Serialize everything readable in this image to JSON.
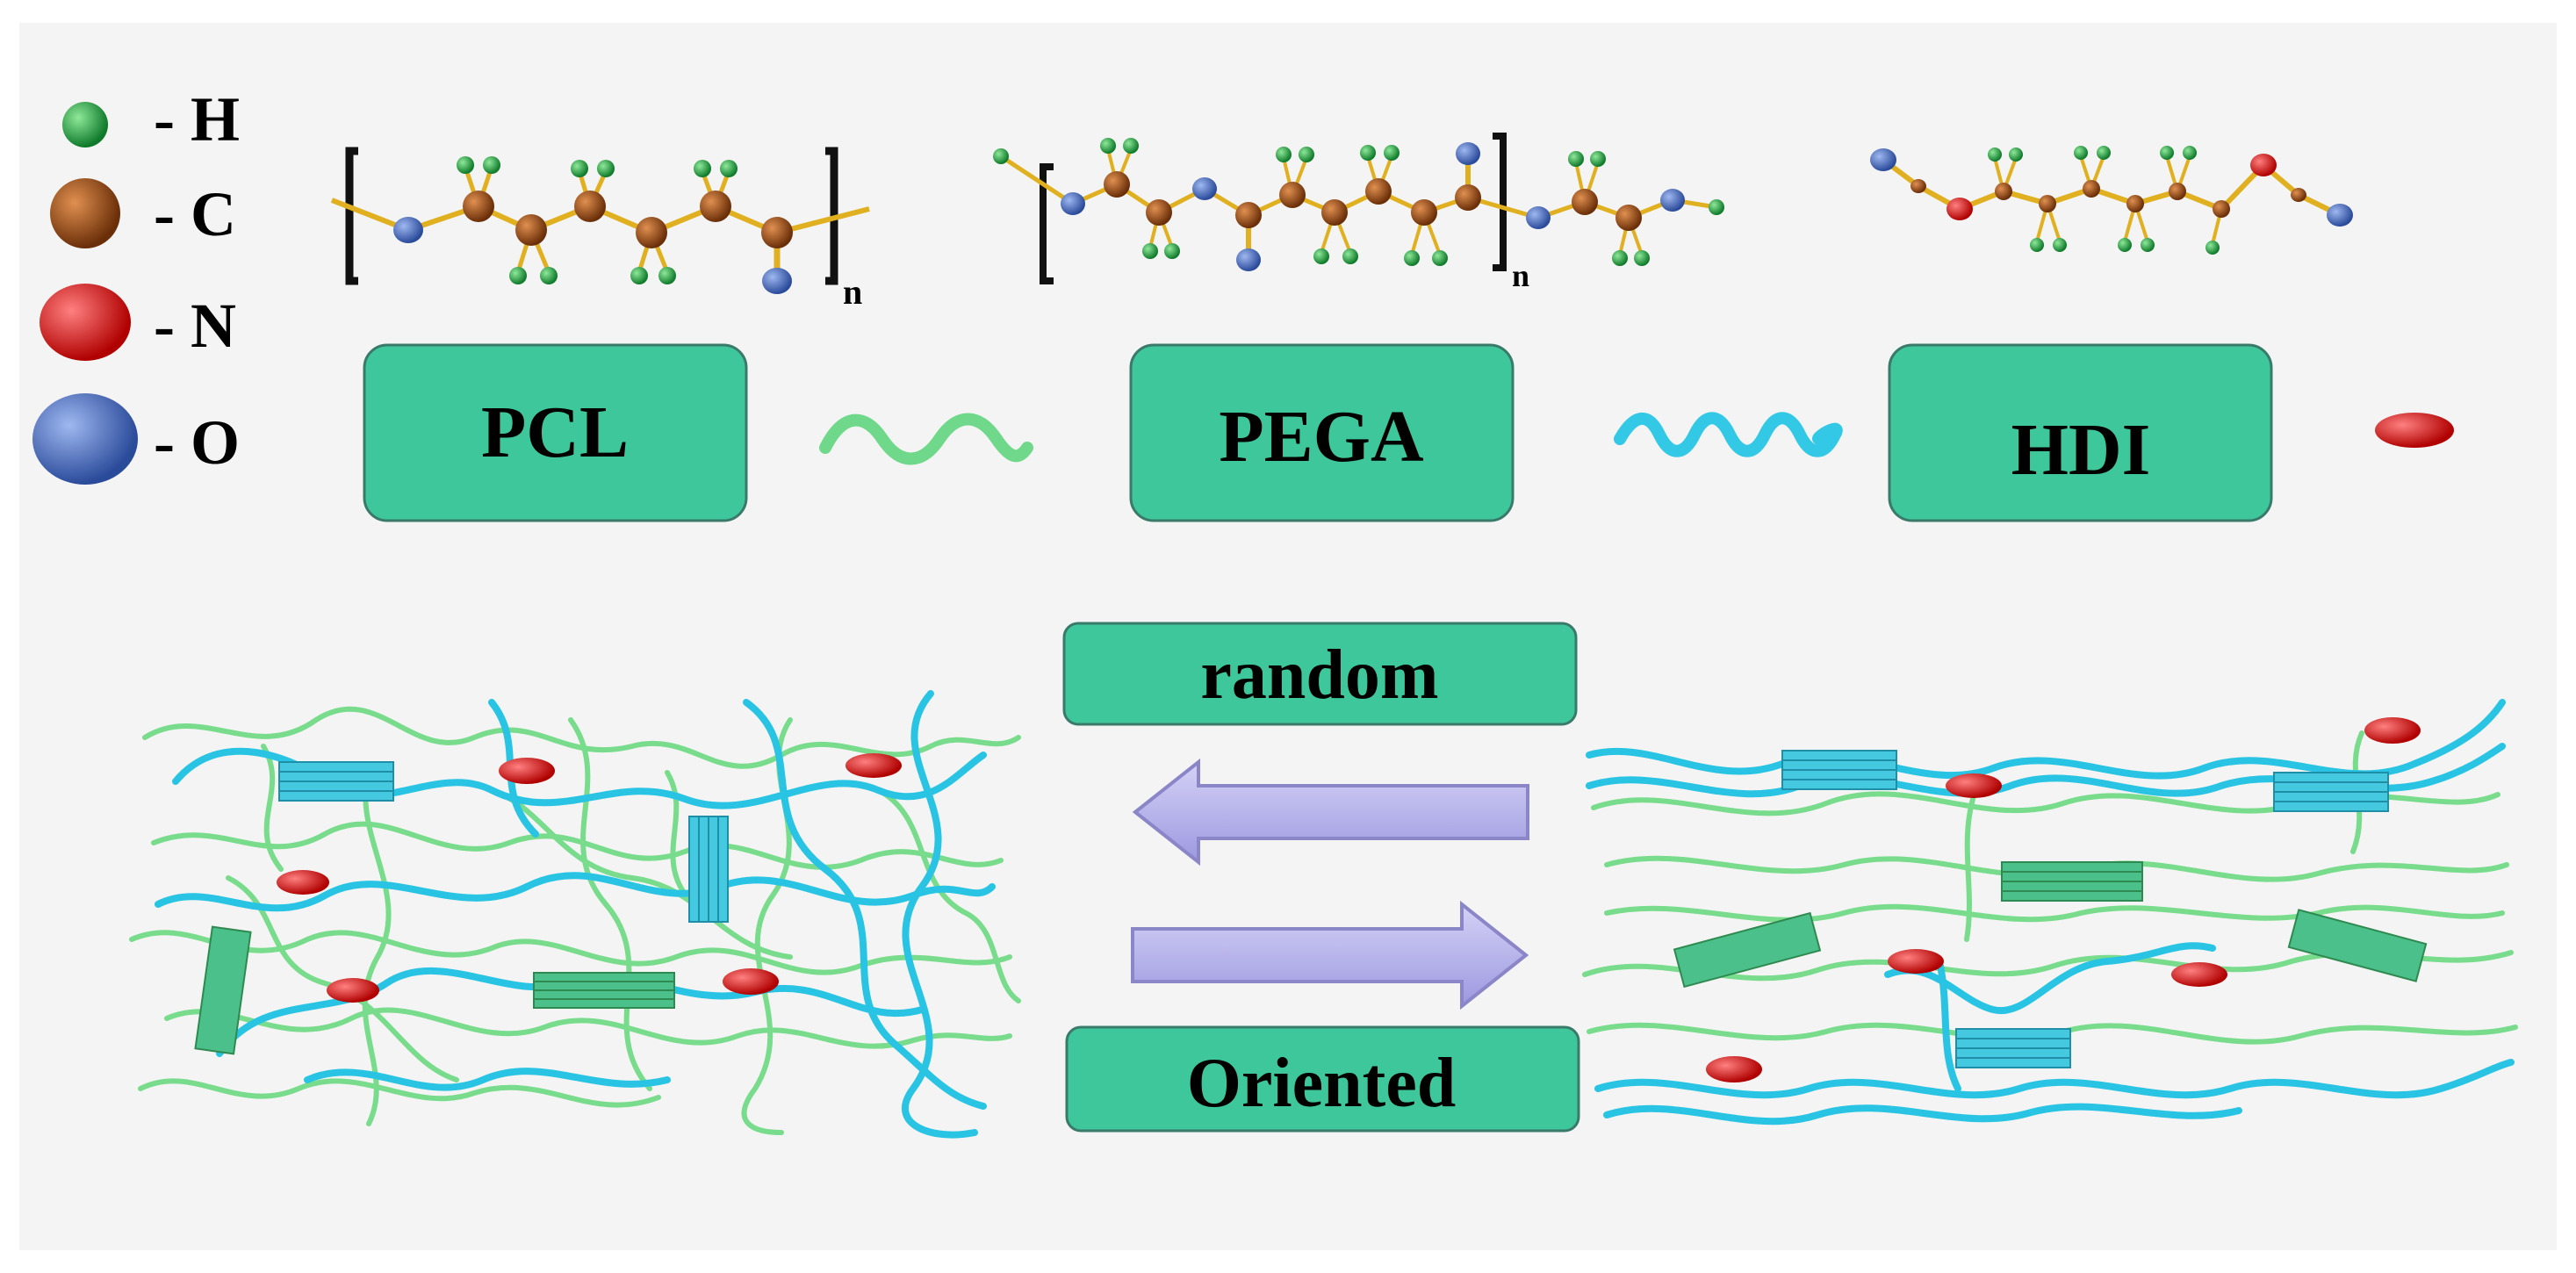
{
  "legend": [
    {
      "symbol": "- H",
      "color": "#22a03a"
    },
    {
      "symbol": "- C",
      "color": "#a0521e"
    },
    {
      "symbol": "- N",
      "color": "#e01010"
    },
    {
      "symbol": "- O",
      "color": "#4a6fc0"
    }
  ],
  "components": [
    {
      "label": "PCL",
      "chain_color": "#6fd88a",
      "subscript": "n"
    },
    {
      "label": "PEGA",
      "chain_color": "#33c8e6",
      "subscript": "n"
    },
    {
      "label": "HDI",
      "marker_color": "#e01010"
    }
  ],
  "states": {
    "random_label": "random",
    "oriented_label": "Oriented"
  },
  "colors": {
    "box_fill": "#3ec79a",
    "box_stroke": "#3a7a6a",
    "arrow_fill": "#b7b3ec",
    "background": "#f3f4f3",
    "pcl_chain": "#6fd88a",
    "pega_chain": "#33c8e6",
    "hdi_marker": "#e01010",
    "bond": "#e0b020"
  }
}
